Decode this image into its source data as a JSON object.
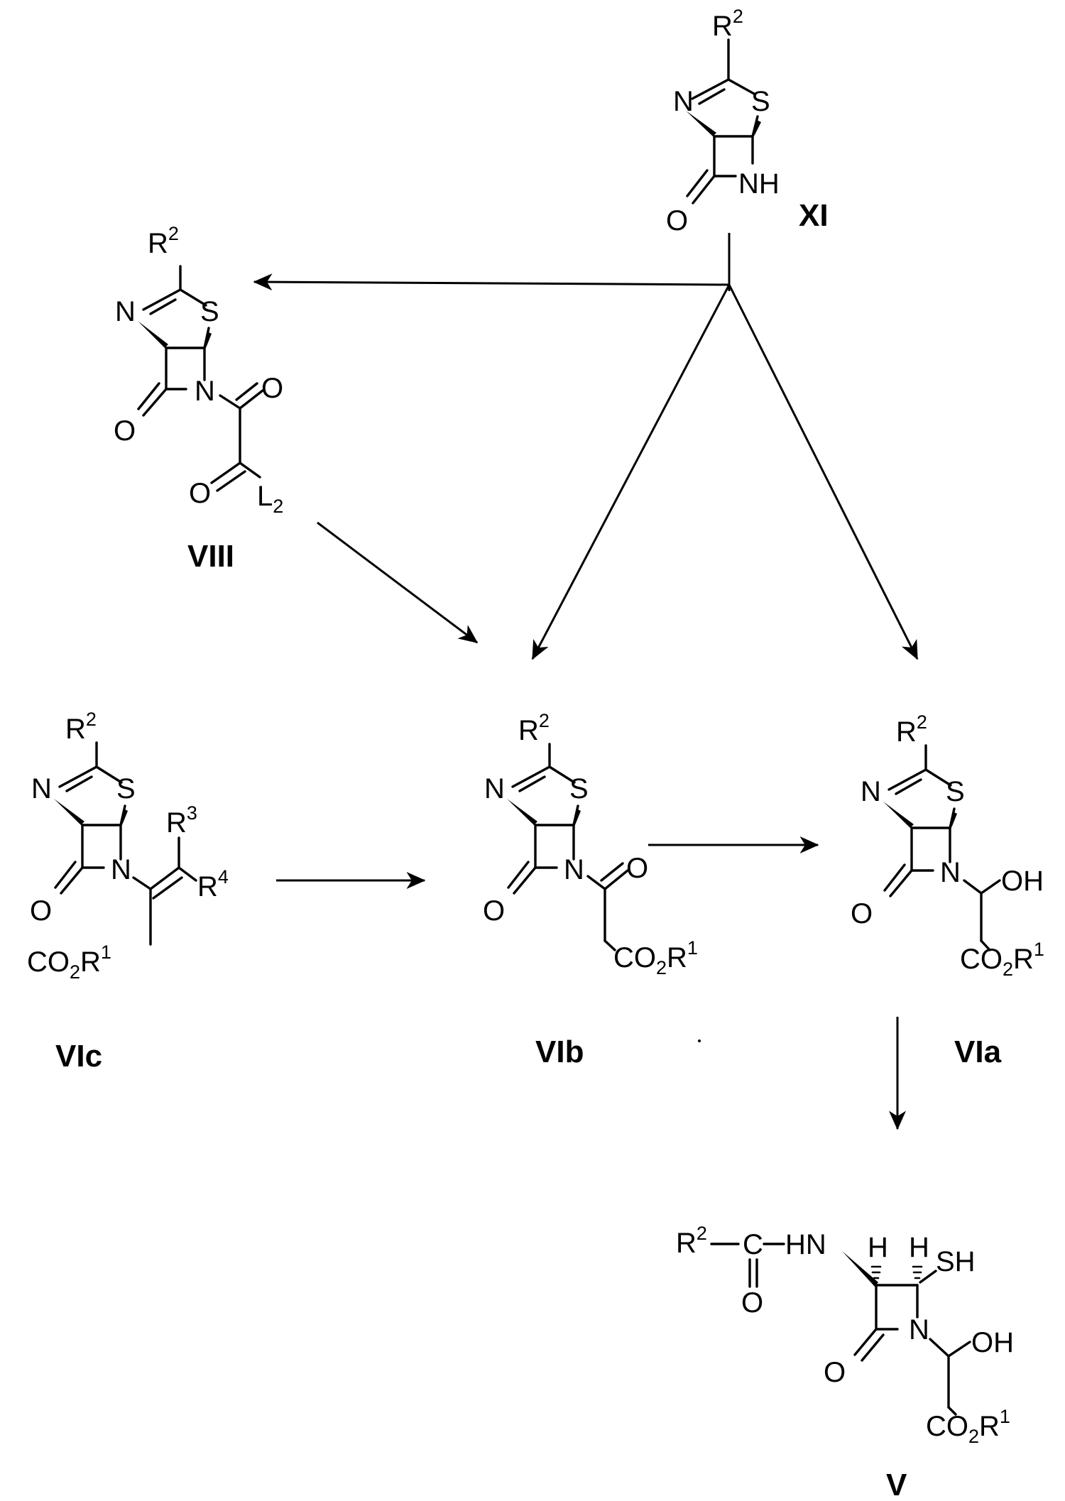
{
  "compounds": {
    "XI": {
      "label": "XI",
      "r2": "R",
      "r2_sup": "2",
      "n": "N",
      "s": "S",
      "o": "O",
      "nh": "NH"
    },
    "VIII": {
      "label": "VIII",
      "r2": "R",
      "r2_sup": "2",
      "n": "N",
      "s": "S",
      "o": "O",
      "n2": "N",
      "o_acyl": "O",
      "o_keto": "O",
      "l2": "L",
      "l2_sub": "2"
    },
    "VIc": {
      "label": "VIc",
      "r2": "R",
      "r2_sup": "2",
      "n": "N",
      "s": "S",
      "o": "O",
      "n2": "N",
      "r3": "R",
      "r3_sup": "3",
      "r4": "R",
      "r4_sup": "4",
      "ester_co": "CO",
      "ester_sub": "2",
      "ester_r": "R",
      "ester_sup": "1"
    },
    "VIb": {
      "label": "VIb",
      "r2": "R",
      "r2_sup": "2",
      "n": "N",
      "s": "S",
      "o": "O",
      "n2": "N",
      "o_acyl": "O",
      "ester_co": "CO",
      "ester_sub": "2",
      "ester_r": "R",
      "ester_sup": "1"
    },
    "VIa": {
      "label": "VIa",
      "r2": "R",
      "r2_sup": "2",
      "n": "N",
      "s": "S",
      "o": "O",
      "n2": "N",
      "oh": "OH",
      "ester_co": "CO",
      "ester_sub": "2",
      "ester_r": "R",
      "ester_sup": "1"
    },
    "V": {
      "label": "V",
      "r2": "R",
      "r2_sup": "2",
      "c": "C",
      "o_amide": "O",
      "hn": "HN",
      "h1": "H",
      "h2": "H",
      "sh": "SH",
      "o": "O",
      "n": "N",
      "oh": "OH",
      "ester_co": "CO",
      "ester_sub": "2",
      "ester_r": "R",
      "ester_sup": "1"
    }
  }
}
